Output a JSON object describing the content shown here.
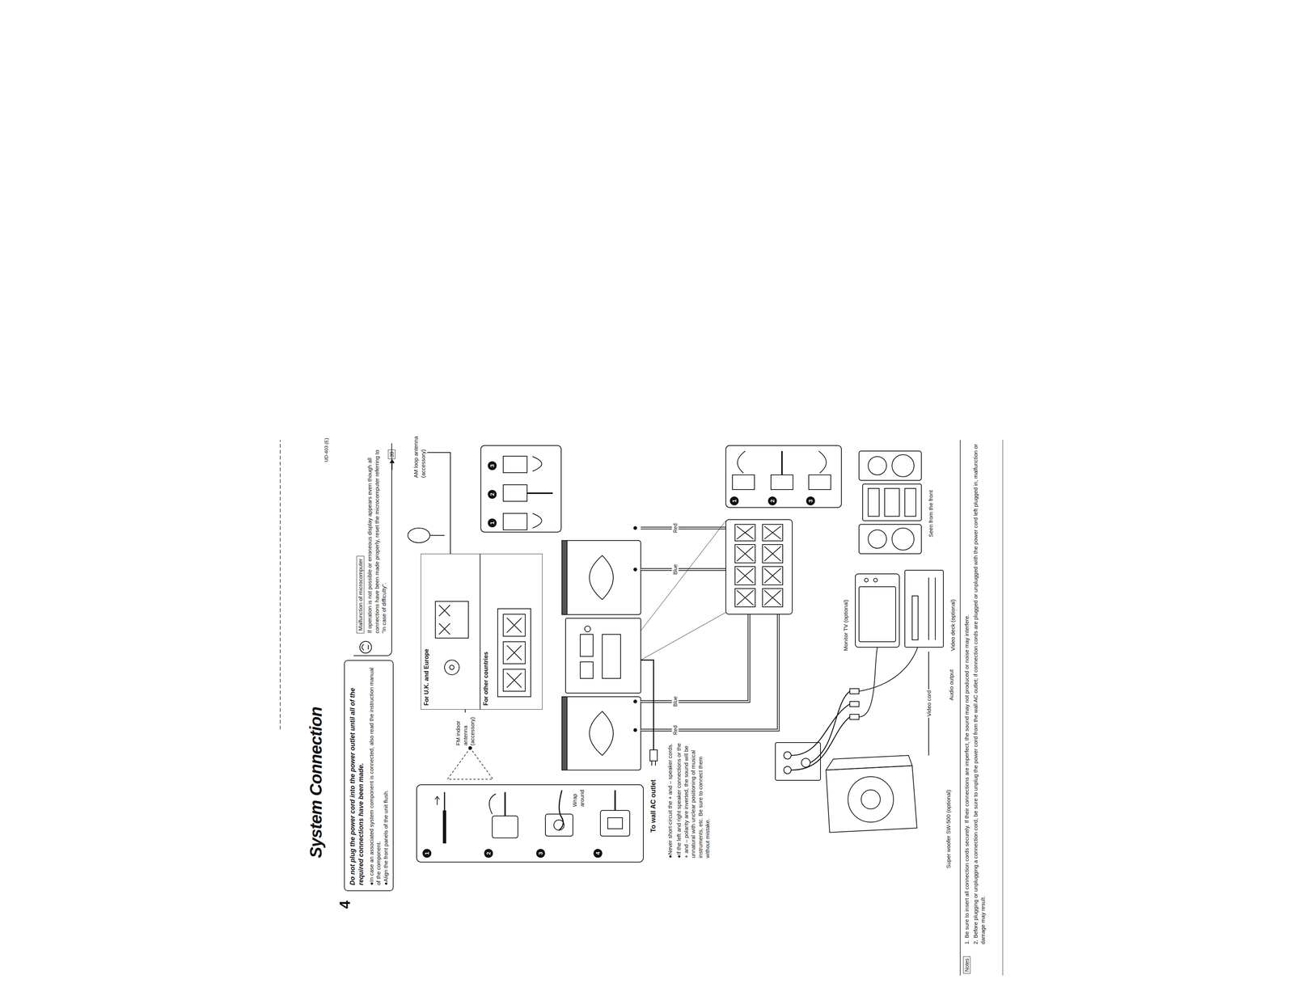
{
  "diagram": {
    "title": "System Connection",
    "nodes": [
      {
        "text": [
          "Do not plug the power cord into the power outlet until all of the required connections have been made.",
          "●In case an associated system component is connected, also read the instruction manual of the component.",
          "●Align the front panels of the unit flush."
        ]
      },
      {
        "text": [
          "Malfunction of microcomputer",
          "If operation is not possible or erroneous display appears even though all connections have been made properly, reset the microcomputer referring to \"In case of difficulty\"."
        ]
      },
      {
        "text": [
          "For U.K. and Europe"
        ]
      },
      {
        "text": [
          "For other countries"
        ]
      },
      {
        "text": [
          "FM indoor antenna (accessory)"
        ]
      },
      {
        "text": [
          "AM loop antenna (accessory)"
        ]
      },
      {
        "text": [
          "Super woofer SW-500 (optional)"
        ]
      },
      {
        "text": [
          "Monitor TV (optional)"
        ]
      },
      {
        "text": [
          "Video deck (optional)"
        ]
      }
    ],
    "edges": [
      {
        "from": 4,
        "to": 2,
        "arrow": "none"
      },
      {
        "from": 5,
        "to": 2,
        "arrow": "none"
      },
      {
        "from": 6,
        "to": 8,
        "label": "Video cord",
        "arrow": "none"
      }
    ],
    "labels": [
      "4",
      "UD-403 (E)",
      "39",
      "1",
      "2",
      "3",
      "4",
      "Wrap around",
      "1",
      "2",
      "3",
      "To wall AC outlet",
      "●Never short-circuit the + and – speaker cords.",
      "●If the left and right speaker connections or the + and – polarity are inverted, the sound will be unnatural with unclear positioning of musical instruments, etc. Be sure to connect them without mistake.",
      "Red",
      "Blue",
      "Blue",
      "Red",
      "1",
      "2",
      "3",
      "Seen from the front",
      "Audio output",
      "Notes",
      "1. Be sure to insert all connection cords securely. If their connections are imperfect, the sound may not produced or noise may interfere.",
      "2. Before plugging or unplugging a connection cord, be sure to unplug the power cord from the wall AC outlet; if connection cords are plugged or unplugged with the power cord left plugged in, malfunction or damage may result."
    ]
  }
}
